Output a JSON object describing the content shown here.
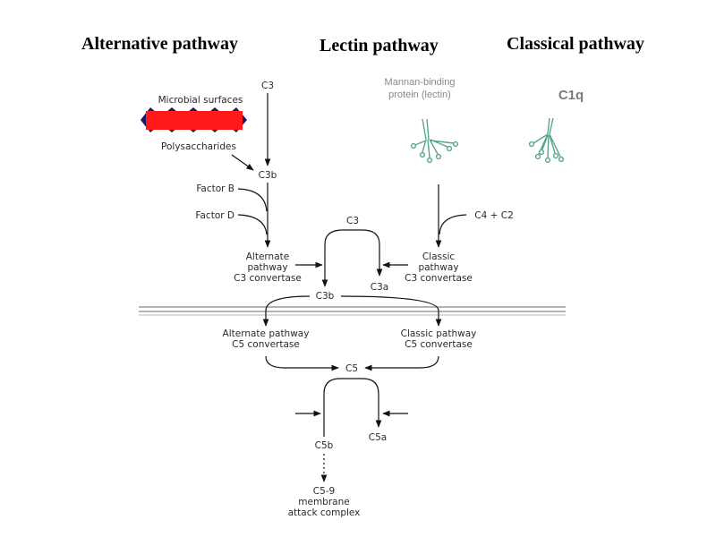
{
  "titles": {
    "alternative": "Alternative pathway",
    "lectin": "Lectin pathway",
    "classical": "Classical pathway"
  },
  "diagram": {
    "c3_top": "C3",
    "microbial_surfaces": "Microbial surfaces",
    "polysaccharides": "Polysaccharides",
    "c3b_upper": "C3b",
    "factor_b": "Factor B",
    "factor_d": "Factor D",
    "alt_c3_convertase": [
      "Alternate",
      "pathway",
      "C3 convertase"
    ],
    "mbl": [
      "Mannan-binding",
      "protein (lectin)"
    ],
    "c1q": "C1q",
    "c4_c2": "C4 + C2",
    "classic_c3_convertase": [
      "Classic",
      "pathway",
      "C3 convertase"
    ],
    "c3_mid": "C3",
    "c3b_mid": "C3b",
    "c3a": "C3a",
    "alt_c5_convertase": [
      "Alternate pathway",
      "C5 convertase"
    ],
    "classic_c5_convertase": [
      "Classic pathway",
      "C5 convertase"
    ],
    "c5": "C5",
    "c5a": "C5a",
    "c5b": "C5b",
    "mac": [
      "C5-9",
      "membrane",
      "attack complex"
    ]
  },
  "colors": {
    "microbe_fill": "#ff1a1a",
    "microbe_points": "#1a1a66",
    "molecule": "#5aa58f",
    "membrane": "#9a9a9a"
  }
}
